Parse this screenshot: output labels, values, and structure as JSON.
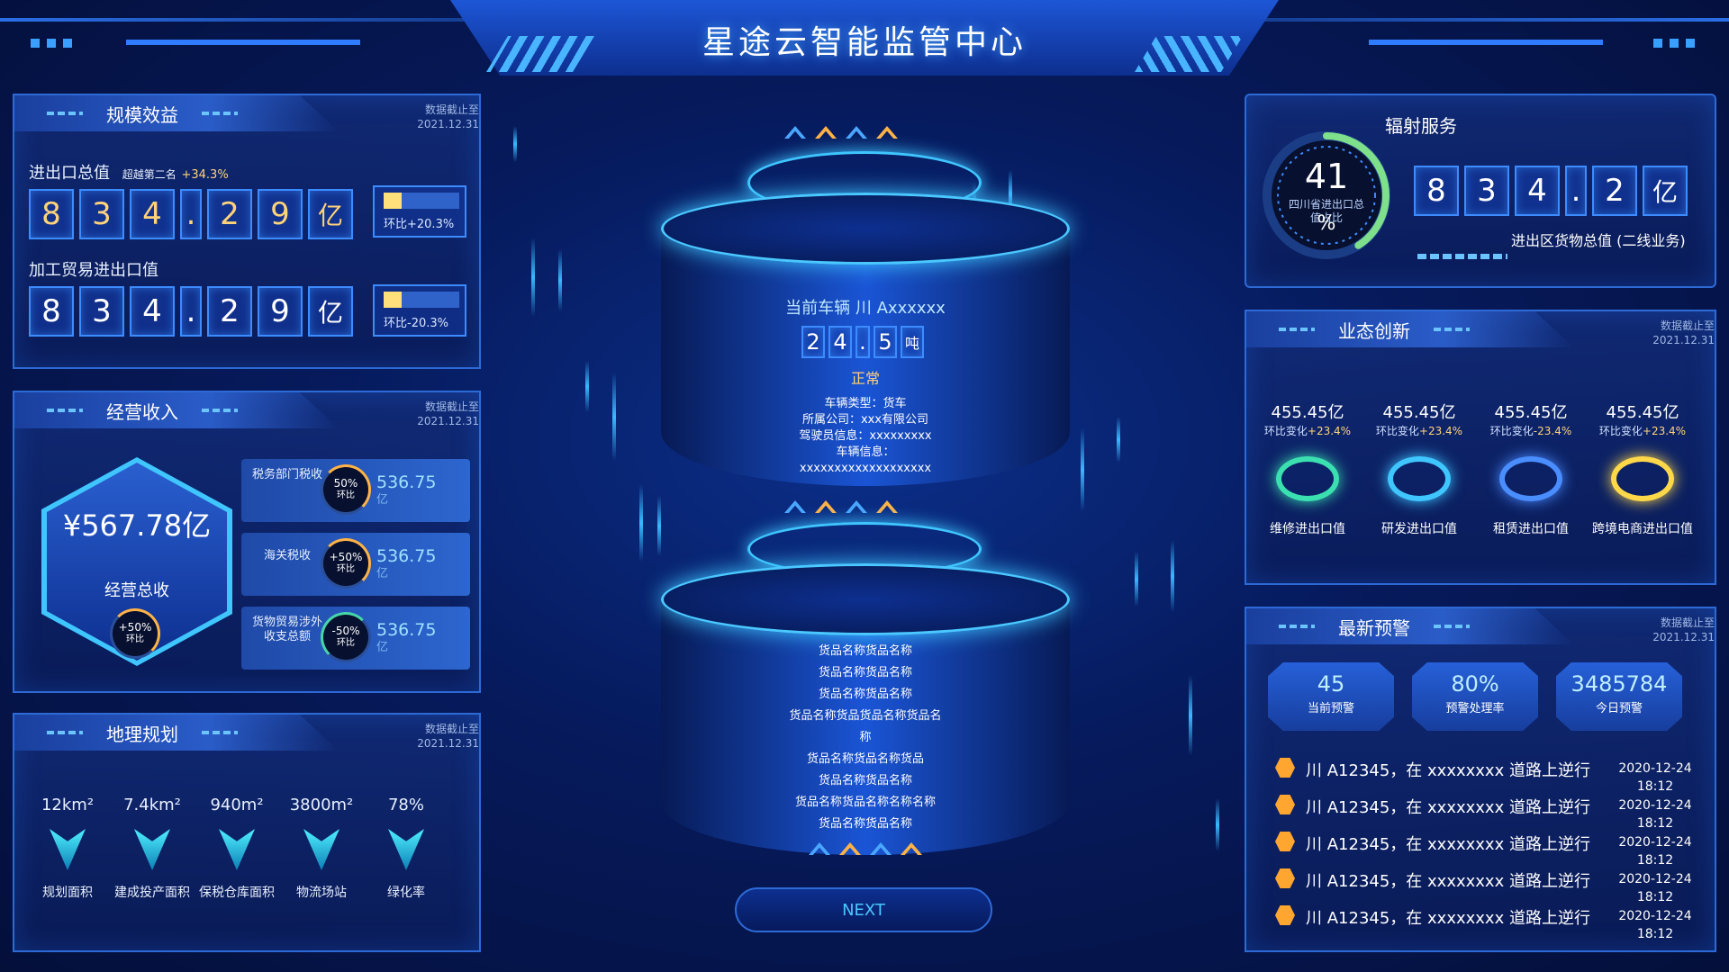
{
  "header": {
    "title": "星途云智能监管中心"
  },
  "scale": {
    "title": "规模效益",
    "note": [
      "数据截止至",
      "2021.12.31"
    ],
    "total_label": "进出口总值",
    "total_rank": "超越第二名",
    "total_rank_pct": "+34.3%",
    "total_digits": [
      "8",
      "3",
      "4",
      ".",
      "2",
      "9",
      "亿"
    ],
    "total_change": "环比+20.3%",
    "process_label": "加工贸易进出口值",
    "process_digits": [
      "8",
      "3",
      "4",
      ".",
      "2",
      "9",
      "亿"
    ],
    "process_change": "环比-20.3%"
  },
  "revenue": {
    "title": "经营收入",
    "note": [
      "数据截止至",
      "2021.12.31"
    ],
    "total_value": "¥567.78亿",
    "total_label": "经营总收",
    "total_ring_pct": "+50%",
    "total_ring_label": "环比",
    "items": [
      {
        "name": "税务部门税收",
        "pct": "50%",
        "ring_label": "环比",
        "value": "536.75",
        "unit": "亿"
      },
      {
        "name": "海关税收",
        "pct": "+50%",
        "ring_label": "环比",
        "value": "536.75",
        "unit": "亿"
      },
      {
        "name": "货物贸易涉外收支总额",
        "pct": "-50%",
        "ring_label": "环比",
        "value": "536.75",
        "unit": "亿"
      }
    ]
  },
  "geo": {
    "title": "地理规划",
    "note": [
      "数据截止至",
      "2021.12.31"
    ],
    "items": [
      {
        "value": "12km²",
        "name": "规划面积"
      },
      {
        "value": "7.4km²",
        "name": "建成投产面积"
      },
      {
        "value": "940m²",
        "name": "保税仓库面积"
      },
      {
        "value": "3800m²",
        "name": "物流场站"
      },
      {
        "value": "78%",
        "name": "绿化率"
      }
    ]
  },
  "center": {
    "vehicle_label": "当前车辆 川 Axxxxxx",
    "weight_digits": [
      "2",
      "4",
      ".",
      "5"
    ],
    "weight_unit": "吨",
    "status": "正常",
    "info": [
      "车辆类型：货车",
      "所属公司：xxx有限公司",
      "驾驶员信息：xxxxxxxxx",
      "车辆信息：",
      "xxxxxxxxxxxxxxxxxxx"
    ],
    "goods": [
      "货品名称货品名称",
      "货品名称货品名称",
      "货品名称货品名称",
      "货品名称货品货品名称货品名",
      "称",
      "货品名称货品名称货品",
      "货品名称货品名称",
      "货品名称货品名称名称名称",
      "货品名称货品名称"
    ],
    "next_label": "NEXT"
  },
  "radiation": {
    "title": "辐射服务",
    "gauge_value": "41",
    "gauge_unit": "%",
    "gauge_label": "四川省进出口总值占比",
    "gauge_progress": 0.41,
    "digits": [
      "8",
      "3",
      "4",
      ".",
      "2",
      "亿"
    ],
    "caption": "进出区货物总值 (二线业务)"
  },
  "business": {
    "title": "业态创新",
    "note": [
      "数据截止至",
      "2021.12.31"
    ],
    "items": [
      {
        "value": "455.45亿",
        "change_label": "环比变化",
        "change": "+23.4%",
        "name": "维修进出口值",
        "icon_color": "#3be0b0"
      },
      {
        "value": "455.45亿",
        "change_label": "环比变化",
        "change": "+23.4%",
        "name": "研发进出口值",
        "icon_color": "#3fc6ff"
      },
      {
        "value": "455.45亿",
        "change_label": "环比变化",
        "change": "-23.4%",
        "name": "租赁进出口值",
        "icon_color": "#4a8dff"
      },
      {
        "value": "455.45亿",
        "change_label": "环比变化",
        "change": "+23.4%",
        "name": "跨境电商进出口值",
        "icon_color": "#ffd84a"
      }
    ]
  },
  "alerts": {
    "title": "最新预警",
    "note": [
      "数据截止至",
      "2021.12.31"
    ],
    "stats": [
      {
        "value": "45",
        "name": "当前预警"
      },
      {
        "value": "80%",
        "name": "预警处理率"
      },
      {
        "value": "3485784",
        "name": "今日预警"
      }
    ],
    "rows": [
      {
        "text": "川 A12345，在 xxxxxxxx 道路上逆行",
        "date": "2020-12-24",
        "time": "18:12"
      },
      {
        "text": "川 A12345，在 xxxxxxxx 道路上逆行",
        "date": "2020-12-24",
        "time": "18:12"
      },
      {
        "text": "川 A12345，在 xxxxxxxx 道路上逆行",
        "date": "2020-12-24",
        "time": "18:12"
      },
      {
        "text": "川 A12345，在 xxxxxxxx 道路上逆行",
        "date": "2020-12-24",
        "time": "18:12"
      },
      {
        "text": "川 A12345，在 xxxxxxxx 道路上逆行",
        "date": "2020-12-24",
        "time": "18:12"
      }
    ]
  },
  "colors": {
    "accent": "#3d8cff",
    "gold": "#ffd37a",
    "warning": "#ffa630",
    "cyan": "#3fc6ff"
  }
}
